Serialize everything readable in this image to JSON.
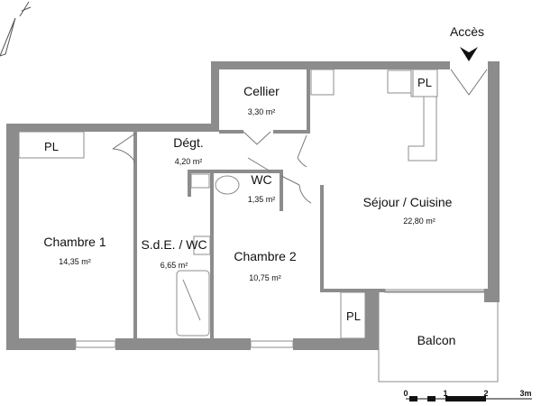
{
  "plan": {
    "access_label": "Accès",
    "rooms": [
      {
        "name": "Cellier",
        "area": "3,30 m²"
      },
      {
        "name": "Dégt.",
        "area": "4,20 m²"
      },
      {
        "name": "WC",
        "area": "1,35 m²"
      },
      {
        "name": "Séjour / Cuisine",
        "area": "22,80 m²"
      },
      {
        "name": "Chambre 1",
        "area": "14,35 m²"
      },
      {
        "name": "S.d.E. / WC",
        "area": "6,65 m²"
      },
      {
        "name": "Chambre 2",
        "area": "10,75 m²"
      },
      {
        "name": "Balcon",
        "area": ""
      }
    ],
    "closet_label": "PL",
    "scale_labels": [
      "0",
      "1",
      "2",
      "3m"
    ],
    "wall_color": "#8c8c8c"
  }
}
